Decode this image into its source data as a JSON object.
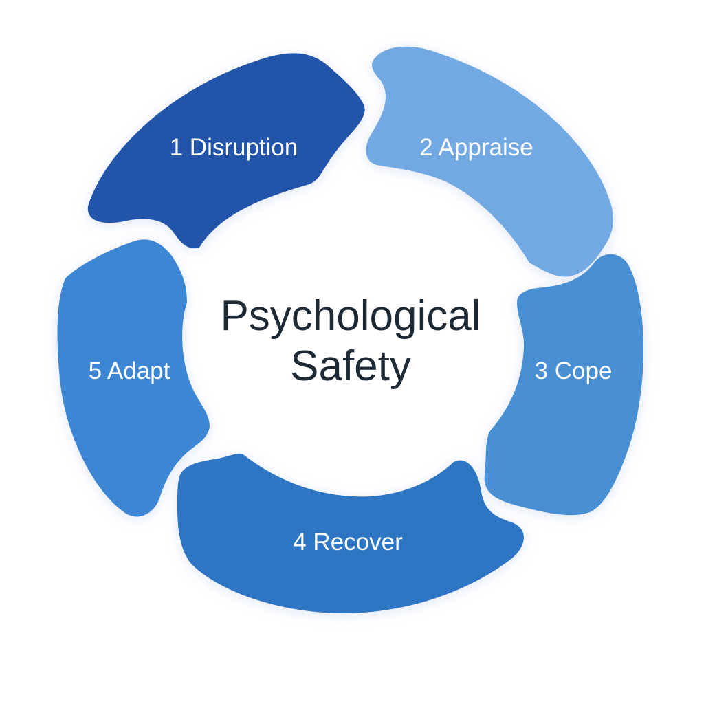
{
  "diagram": {
    "center_title_lines": [
      "Psychological",
      "Safety"
    ],
    "center_title_color": "#1f2a37",
    "label_color": "#ffffff",
    "steps": [
      {
        "label": "1 Disruption",
        "color": "#2255aa"
      },
      {
        "label": "2 Appraise",
        "color": "#72a9e2"
      },
      {
        "label": "3 Cope",
        "color": "#4a8fd4"
      },
      {
        "label": "4 Recover",
        "color": "#2d76c4"
      },
      {
        "label": "5 Adapt",
        "color": "#3d86d3"
      }
    ]
  }
}
